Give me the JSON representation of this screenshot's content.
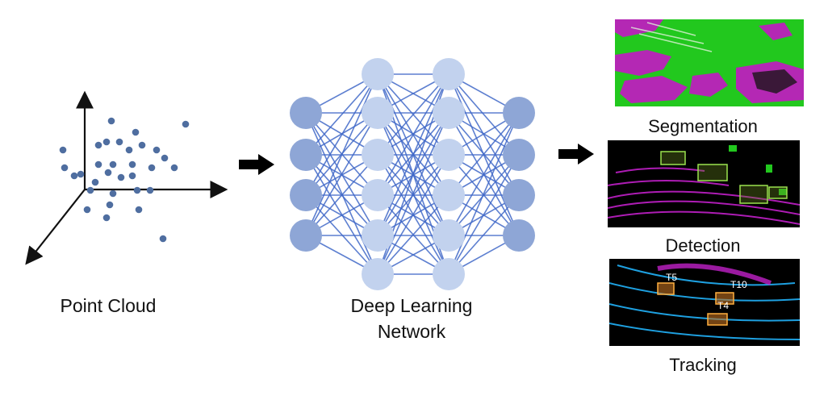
{
  "labels": {
    "point_cloud": "Point Cloud",
    "network_line1": "Deep Learning",
    "network_line2": "Network",
    "segmentation": "Segmentation",
    "detection": "Detection",
    "tracking": "Tracking"
  },
  "tracking_tags": [
    "T5",
    "T10",
    "T4"
  ],
  "colors": {
    "dots": "#4f6ea0",
    "node_dark": "#8ea6d6",
    "node_light": "#c2d2ee",
    "edges": "#4169c8",
    "arrow": "#000000",
    "seg_green": "#22c81e",
    "seg_magenta": "#b428b4",
    "detect_box": "#9be34f",
    "track_cyan": "#1ea0e0",
    "track_box": "#ffb040"
  },
  "icons": {
    "flow_arrow_1": "right-arrow-icon",
    "flow_arrow_2": "right-arrow-icon"
  }
}
